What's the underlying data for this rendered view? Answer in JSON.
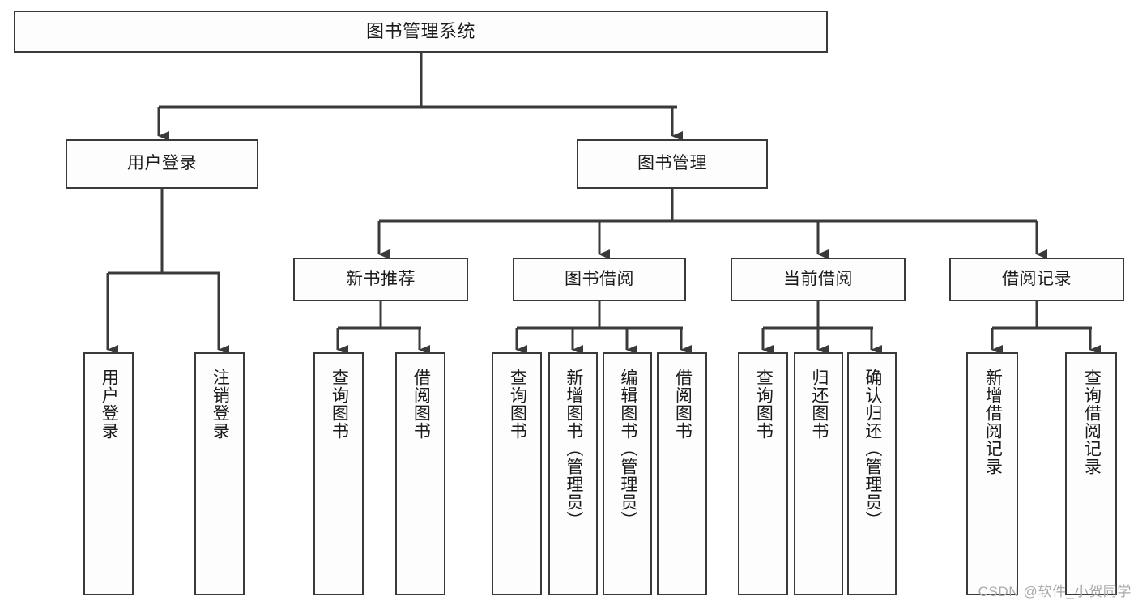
{
  "diagram": {
    "title": "图书管理系统",
    "watermark": "CSDN @软件_小贺同学",
    "root": {
      "label": "图书管理系统"
    },
    "level1": [
      {
        "label": "用户登录"
      },
      {
        "label": "图书管理"
      }
    ],
    "level2": [
      {
        "label": "新书推荐"
      },
      {
        "label": "图书借阅"
      },
      {
        "label": "当前借阅"
      },
      {
        "label": "借阅记录"
      }
    ],
    "leaves": [
      {
        "label": "用户登录",
        "parent": "用户登录"
      },
      {
        "label": "注销登录",
        "parent": "用户登录"
      },
      {
        "label": "查询图书",
        "parent": "新书推荐"
      },
      {
        "label": "借阅图书",
        "parent": "新书推荐"
      },
      {
        "label": "查询图书",
        "parent": "图书借阅"
      },
      {
        "label": "新增图书（管理员）",
        "parent": "图书借阅"
      },
      {
        "label": "编辑图书（管理员）",
        "parent": "图书借阅"
      },
      {
        "label": "借阅图书",
        "parent": "图书借阅"
      },
      {
        "label": "查询图书",
        "parent": "当前借阅"
      },
      {
        "label": "归还图书",
        "parent": "当前借阅"
      },
      {
        "label": "确认归还（管理员）",
        "parent": "当前借阅"
      },
      {
        "label": "新增借阅记录",
        "parent": "借阅记录"
      },
      {
        "label": "查询借阅记录",
        "parent": "借阅记录"
      }
    ],
    "colors": {
      "stroke": "#3a3a3a",
      "box_fill": "#fdfdfd",
      "text": "#1b1b1b",
      "watermark": "#a9a9a9",
      "background": "#ffffff"
    }
  }
}
